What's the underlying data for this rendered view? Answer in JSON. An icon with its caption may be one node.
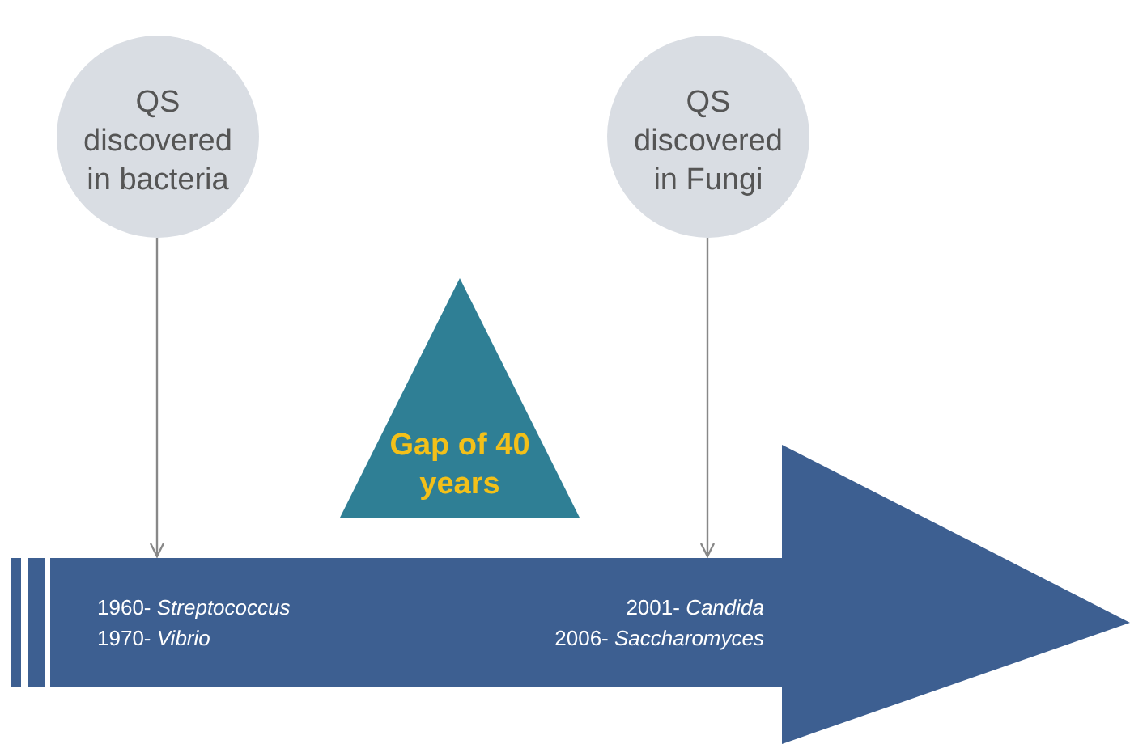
{
  "diagram": {
    "nodes": [
      {
        "text": [
          "QS discovered in bacteria"
        ]
      },
      {
        "text": [
          "QS discovered in Fungi"
        ]
      },
      {
        "text": [
          "Gap of 40 years"
        ]
      },
      {
        "text": [
          "1960- *Streptococcus*",
          "1970- *Vibrio*",
          "2001- *Candida*",
          "2006- *Saccharomyces*"
        ]
      }
    ],
    "edges": [
      {
        "from": 0,
        "to": 3,
        "arrow": "to"
      },
      {
        "from": 1,
        "to": 3,
        "arrow": "to"
      }
    ]
  }
}
